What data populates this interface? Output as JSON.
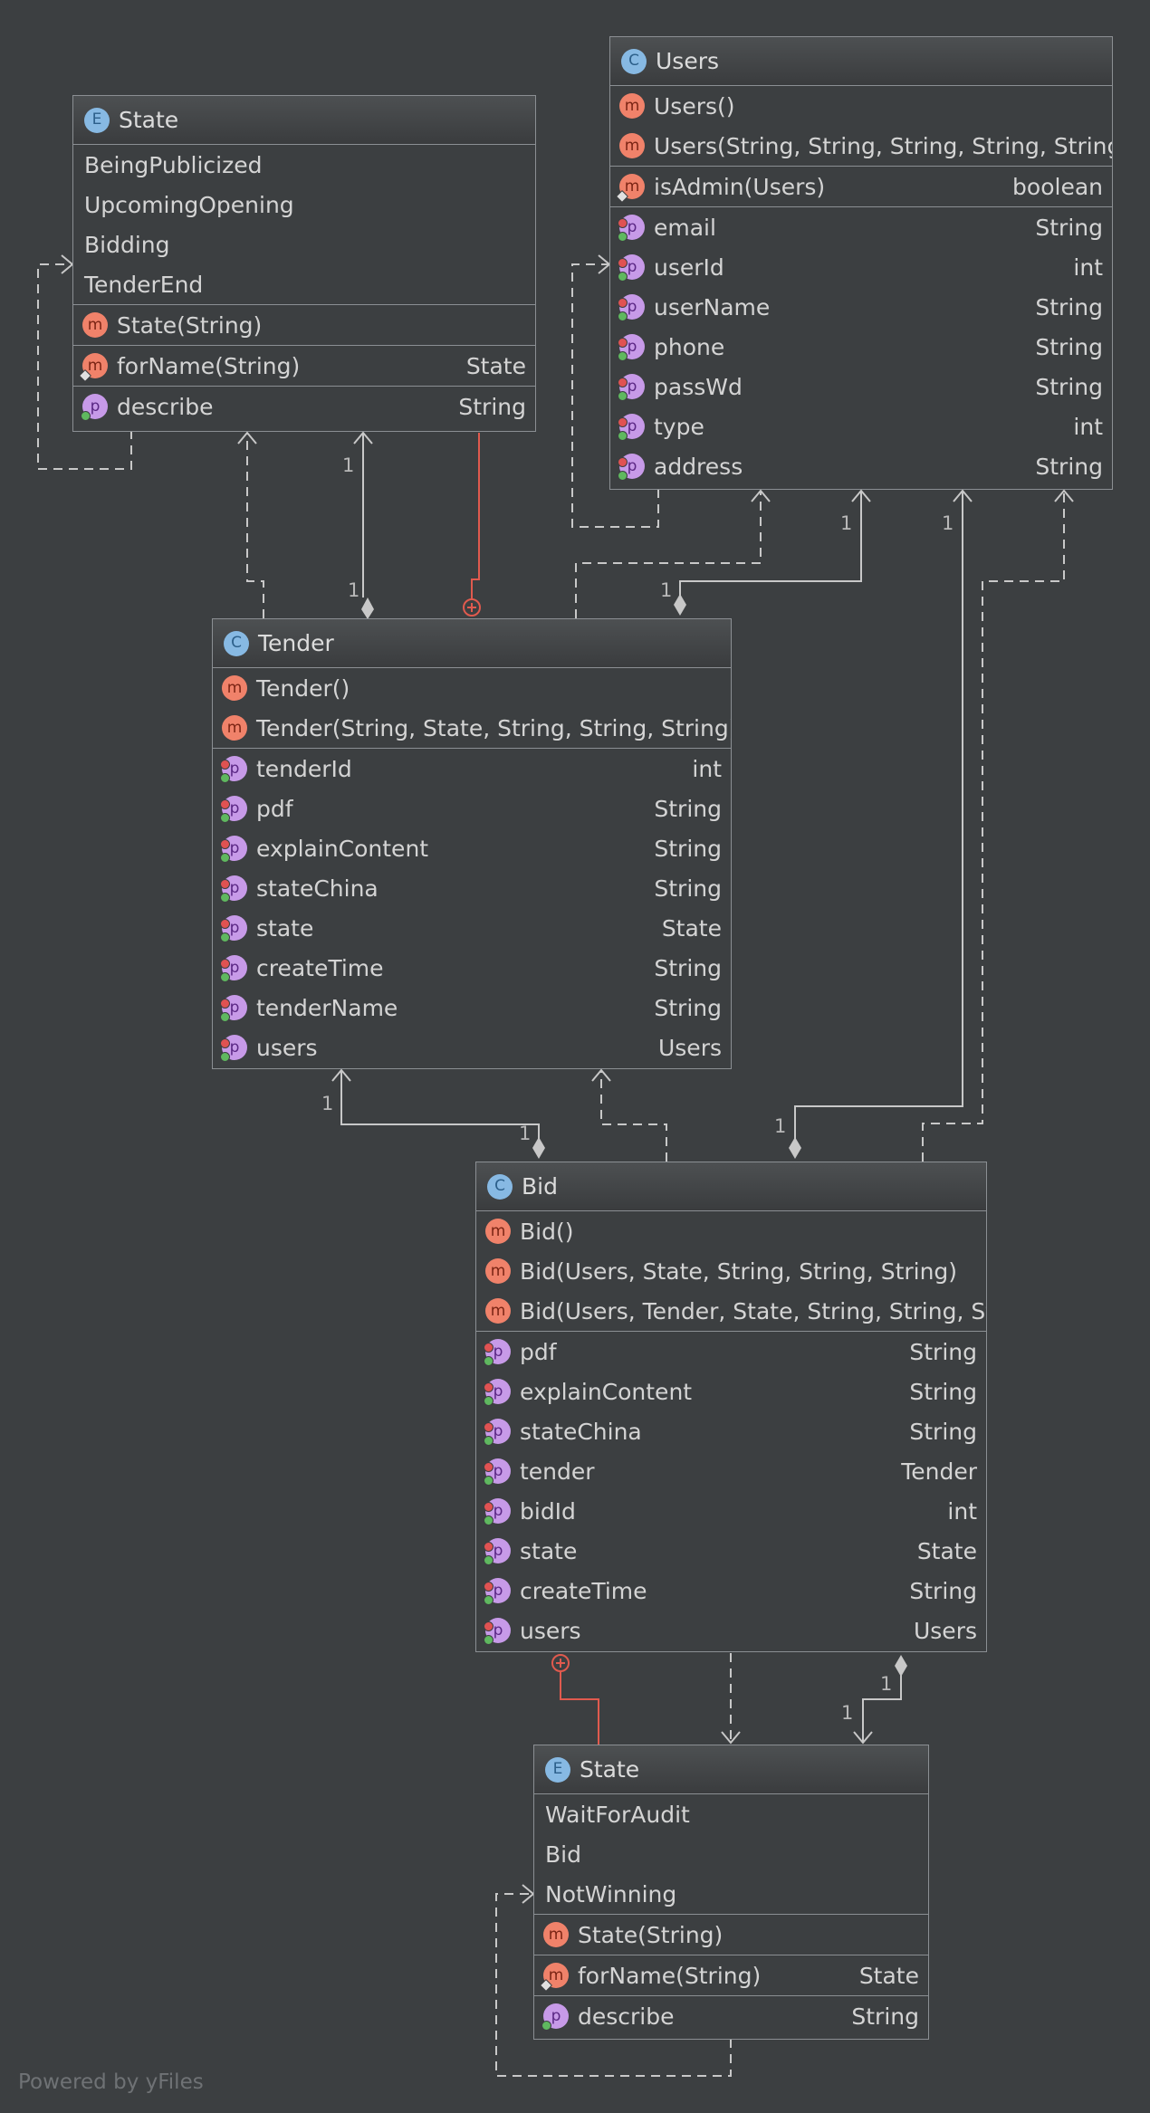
{
  "nodes": {
    "state_top": {
      "kind": "E",
      "title": "State",
      "constants": [
        "BeingPublicized",
        "UpcomingOpening",
        "Bidding",
        "TenderEnd"
      ],
      "constructors": [
        "State(String)"
      ],
      "methods": [
        {
          "name": "forName(String)",
          "type": "State"
        }
      ],
      "properties": [
        {
          "name": "describe",
          "type": "String"
        }
      ]
    },
    "users": {
      "kind": "C",
      "title": "Users",
      "constructors": [
        "Users()",
        "Users(String, String, String, String, String"
      ],
      "methods": [
        {
          "name": "isAdmin(Users)",
          "type": "boolean"
        }
      ],
      "properties": [
        {
          "name": "email",
          "type": "String"
        },
        {
          "name": "userId",
          "type": "int"
        },
        {
          "name": "userName",
          "type": "String"
        },
        {
          "name": "phone",
          "type": "String"
        },
        {
          "name": "passWd",
          "type": "String"
        },
        {
          "name": "type",
          "type": "int"
        },
        {
          "name": "address",
          "type": "String"
        }
      ]
    },
    "tender": {
      "kind": "C",
      "title": "Tender",
      "constructors": [
        "Tender()",
        "Tender(String, State, String, String, String)"
      ],
      "properties": [
        {
          "name": "tenderId",
          "type": "int"
        },
        {
          "name": "pdf",
          "type": "String"
        },
        {
          "name": "explainContent",
          "type": "String"
        },
        {
          "name": "stateChina",
          "type": "String"
        },
        {
          "name": "state",
          "type": "State"
        },
        {
          "name": "createTime",
          "type": "String"
        },
        {
          "name": "tenderName",
          "type": "String"
        },
        {
          "name": "users",
          "type": "Users"
        }
      ]
    },
    "bid": {
      "kind": "C",
      "title": "Bid",
      "constructors": [
        "Bid()",
        "Bid(Users, State, String, String, String)",
        "Bid(Users, Tender, State, String, String, St"
      ],
      "properties": [
        {
          "name": "pdf",
          "type": "String"
        },
        {
          "name": "explainContent",
          "type": "String"
        },
        {
          "name": "stateChina",
          "type": "String"
        },
        {
          "name": "tender",
          "type": "Tender"
        },
        {
          "name": "bidId",
          "type": "int"
        },
        {
          "name": "state",
          "type": "State"
        },
        {
          "name": "createTime",
          "type": "String"
        },
        {
          "name": "users",
          "type": "Users"
        }
      ]
    },
    "state_bottom": {
      "kind": "E",
      "title": "State",
      "constants": [
        "WaitForAudit",
        "Bid",
        "NotWinning"
      ],
      "constructors": [
        "State(String)"
      ],
      "methods": [
        {
          "name": "forName(String)",
          "type": "State"
        }
      ],
      "properties": [
        {
          "name": "describe",
          "type": "String"
        }
      ]
    }
  },
  "multiplicity": "1",
  "colors": {
    "background": "#3c3f41",
    "edge": "#c8c8c8",
    "inner_class_edge": "#e05a4e"
  },
  "footer": "Powered by yFiles"
}
